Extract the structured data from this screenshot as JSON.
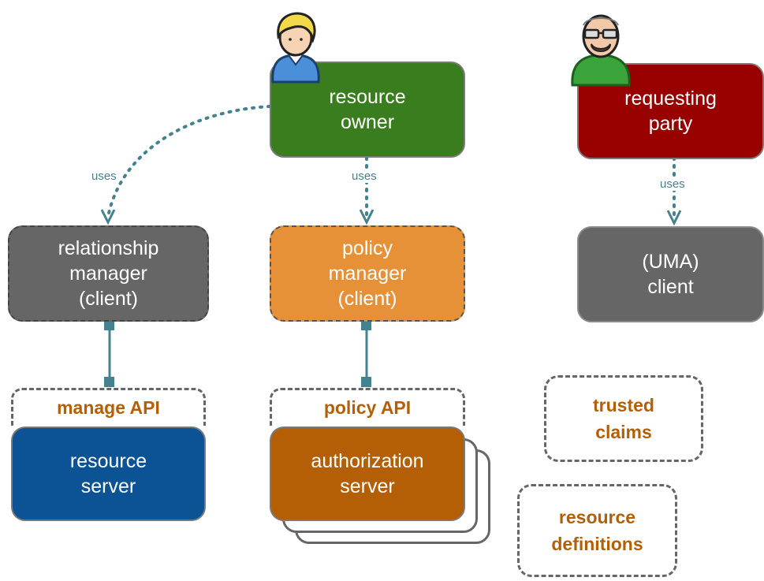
{
  "nodes": {
    "resource_owner": "resource\nowner",
    "requesting_party": "requesting\nparty",
    "relationship_manager": "relationship\nmanager\n(client)",
    "policy_manager": "policy\nmanager\n(client)",
    "uma_client": "(UMA)\nclient",
    "resource_server": "resource\nserver",
    "authorization_server": "authorization\nserver"
  },
  "apis": {
    "manage_api": "manage API",
    "policy_api": "policy API"
  },
  "notes": {
    "trusted_claims": "trusted\nclaims",
    "resource_definitions": "resource\ndefinitions"
  },
  "edges": {
    "uses_1": "uses",
    "uses_2": "uses",
    "uses_3": "uses"
  },
  "colors": {
    "owner_green": "#3a7d1e",
    "party_red": "#990000",
    "client_grey": "#666666",
    "policy_orange": "#e69138",
    "server_blue": "#0b5394",
    "authz_rust": "#b45f06",
    "connector_teal": "#45818e"
  }
}
